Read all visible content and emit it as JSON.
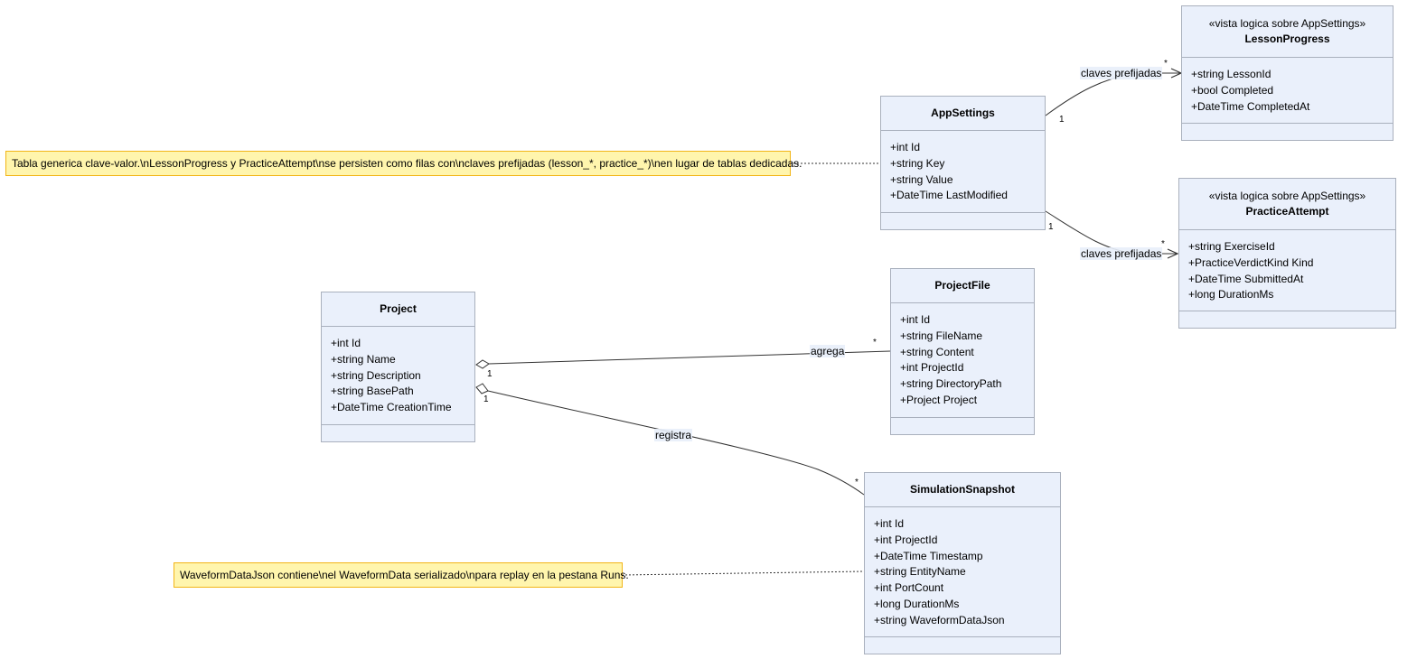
{
  "classes": {
    "app_settings": {
      "name": "AppSettings",
      "attributes": [
        "+int Id",
        "+string Key",
        "+string Value",
        "+DateTime LastModified"
      ]
    },
    "lesson_progress": {
      "stereotype": "«vista logica sobre AppSettings»",
      "name": "LessonProgress",
      "attributes": [
        "+string LessonId",
        "+bool Completed",
        "+DateTime CompletedAt"
      ]
    },
    "practice_attempt": {
      "stereotype": "«vista logica sobre AppSettings»",
      "name": "PracticeAttempt",
      "attributes": [
        "+string ExerciseId",
        "+PracticeVerdictKind Kind",
        "+DateTime SubmittedAt",
        "+long DurationMs"
      ]
    },
    "project": {
      "name": "Project",
      "attributes": [
        "+int Id",
        "+string Name",
        "+string Description",
        "+string BasePath",
        "+DateTime CreationTime"
      ]
    },
    "project_file": {
      "name": "ProjectFile",
      "attributes": [
        "+int Id",
        "+string FileName",
        "+string Content",
        "+int ProjectId",
        "+string DirectoryPath",
        "+Project Project"
      ]
    },
    "simulation_snapshot": {
      "name": "SimulationSnapshot",
      "attributes": [
        "+int Id",
        "+int ProjectId",
        "+DateTime Timestamp",
        "+string EntityName",
        "+int PortCount",
        "+long DurationMs",
        "+string WaveformDataJson"
      ]
    }
  },
  "notes": {
    "settings_note": "Tabla generica clave-valor.\\nLessonProgress y PracticeAttempt\\nse persisten como filas con\\nclaves prefijadas (lesson_*, practice_*)\\nen lugar de tablas dedicadas.",
    "waveform_note": "WaveformDataJson contiene\\nel WaveformData serializado\\npara replay en la pestana Runs."
  },
  "relations": {
    "settings_lesson": {
      "label": "claves prefijadas",
      "source_mult": "1",
      "target_mult": "*"
    },
    "settings_practice": {
      "label": "claves prefijadas",
      "source_mult": "1",
      "target_mult": "*"
    },
    "project_file": {
      "label": "agrega",
      "source_mult": "1",
      "target_mult": "*"
    },
    "project_snapshot": {
      "label": "registra",
      "source_mult": "1",
      "target_mult": "*"
    }
  },
  "colors": {
    "class_fill": "#eaf0fb",
    "class_border": "#a9b0bd",
    "note_fill": "#fff5ad",
    "note_border": "#f2b517",
    "edge": "#333333"
  }
}
